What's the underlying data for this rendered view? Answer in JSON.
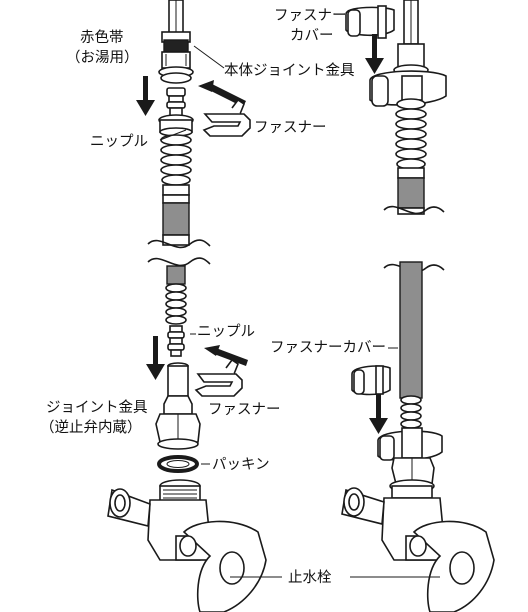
{
  "labels": {
    "red_band_line1": "赤色帯",
    "red_band_line2": "（お湯用）",
    "body_joint": "本体ジョイント金具",
    "fastener_cover_top_line1": "ファスナー",
    "fastener_cover_top_line2": "カバー",
    "fastener_top": "ファスナー",
    "nipple_top": "ニップル",
    "nipple_bottom": "ニップル",
    "fastener_cover_bottom": "ファスナーカバー",
    "joint_fitting_line1": "ジョイント金具",
    "joint_fitting_line2": "（逆止弁内蔵）",
    "fastener_bottom": "ファスナー",
    "packing": "パッキン",
    "stop_valve": "止水栓"
  },
  "colors": {
    "ink": "#1a1a1a",
    "hose": "#8e8e8e",
    "red_band": "#222222",
    "background": "#ffffff"
  },
  "icons": [
    "down-arrow-icon",
    "left-arrow-icon",
    "fastener-clip-icon",
    "fastener-cover-icon",
    "packing-ring-icon",
    "stop-valve-icon"
  ]
}
